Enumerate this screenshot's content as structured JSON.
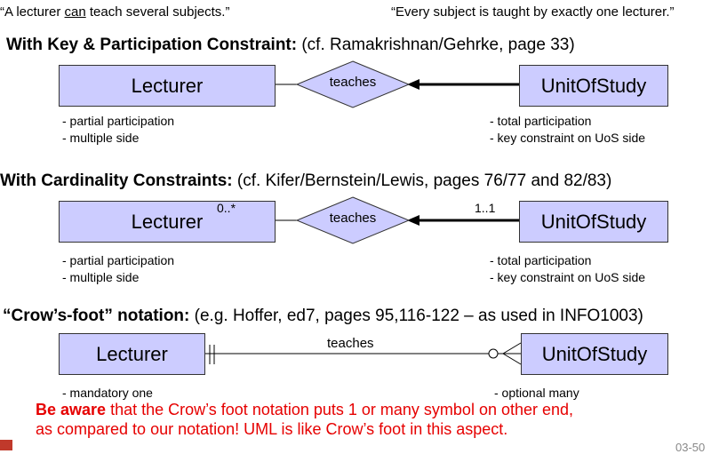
{
  "quotes": {
    "left_pre": "“A lecturer ",
    "left_can": "can",
    "left_post": " teach several subjects.”",
    "right": "“Every subject is taught by exactly one lecturer.”"
  },
  "sections": [
    {
      "title_bold": "With Key & Participation Constraint:",
      "title_rest": " (cf. Ramakrishnan/Gehrke, page 33)",
      "left_entity": "Lecturer",
      "relationship": "teaches",
      "right_entity": "UnitOfStudy",
      "left_notes": [
        "- partial participation",
        "- multiple side"
      ],
      "right_notes": [
        "- total participation",
        "- key constraint on UoS side"
      ]
    },
    {
      "title_bold": "With Cardinality Constraints:",
      "title_rest": " (cf. Kifer/Bernstein/Lewis, pages 76/77 and 82/83)",
      "left_entity": "Lecturer",
      "relationship": "teaches",
      "right_entity": "UnitOfStudy",
      "left_card": "0..*",
      "right_card": "1..1",
      "left_notes": [
        "- partial participation",
        "- multiple side"
      ],
      "right_notes": [
        "- total participation",
        "- key constraint on UoS side"
      ]
    },
    {
      "title_bold": "“Crow’s-foot” notation:",
      "title_rest": " (e.g. Hoffer, ed7, pages 95,116-122 – as used in INFO1003)",
      "left_entity": "Lecturer",
      "relationship": "teaches",
      "right_entity": "UnitOfStudy",
      "left_notes": [
        "- mandatory one"
      ],
      "right_notes": [
        "- optional many"
      ]
    }
  ],
  "warning": {
    "bold": "Be aware",
    "line1_rest": " that the Crow’s foot notation puts 1 or many symbol on other end,",
    "line2": "as compared to our notation! UML is like Crow’s foot in this aspect."
  },
  "page_number": "03-50",
  "colors": {
    "entity_fill": "#ccccff",
    "warning": "#e60000"
  }
}
